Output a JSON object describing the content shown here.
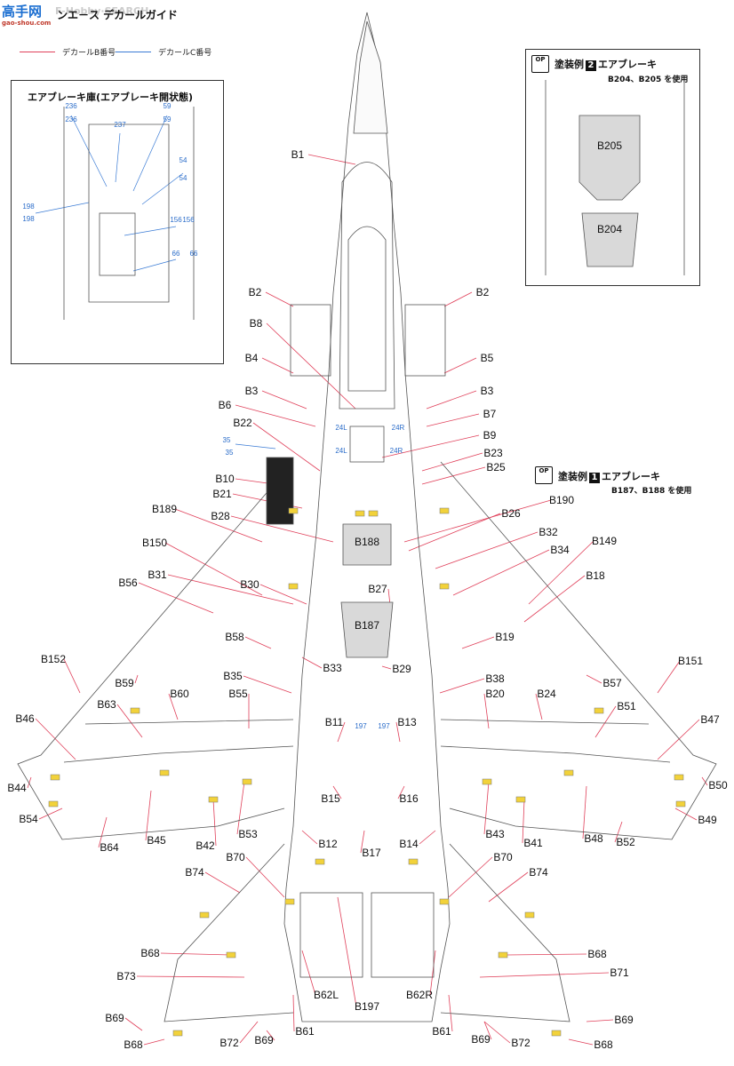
{
  "header": {
    "title": "ンエ－ス デカールガイド",
    "watermark_top": "F-Hobby·SEARCH",
    "watermark_bottom": "gao-shou.com",
    "logo": "高手网"
  },
  "legend": {
    "b_label": "デカールB番号",
    "c_label": "デカールC番号",
    "b_color": "#e0405a",
    "c_color": "#3a7bd5"
  },
  "colors": {
    "b_line": "#e0405a",
    "c_line": "#3a7bd5",
    "c_text": "#2a6cc9",
    "drawing": "#555555",
    "fill": "#d9d9d9",
    "yellow": "#f2d23a"
  },
  "inset_brake_bay": {
    "title": "エアブレーキ庫(エアブレーキ開状態)",
    "labels": [
      "236",
      "236",
      "237",
      "59",
      "59",
      "54",
      "54",
      "198",
      "198",
      "156",
      "156",
      "66",
      "66"
    ]
  },
  "inset_scheme2": {
    "op": "OP",
    "title_pre": "塗装例",
    "num": "2",
    "title_post": "エアブレーキ",
    "sub": "B204、B205 を使用",
    "labels": [
      "B205",
      "B204"
    ]
  },
  "scheme1": {
    "op": "OP",
    "title_pre": "塗装例",
    "num": "1",
    "title_post": "エアブレーキ",
    "sub": "B187、B188 を使用"
  },
  "blue_labels": [
    "24L",
    "24R",
    "24L",
    "24R",
    "35",
    "35",
    "197",
    "197"
  ]
}
